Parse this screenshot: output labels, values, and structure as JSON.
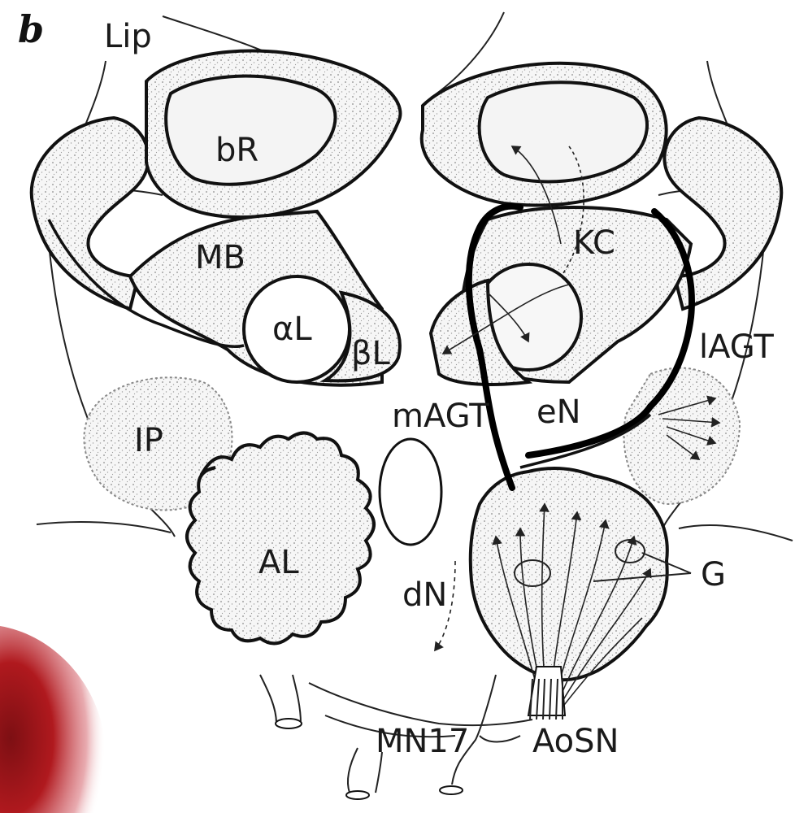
{
  "figure": {
    "panel_letter": "b",
    "labels": {
      "lip": "Lip",
      "br": "bR",
      "mb": "MB",
      "kc": "KC",
      "al_alpha": "αL",
      "al_beta": "βL",
      "lagt": "lAGT",
      "ip": "IP",
      "magt": "mAGT",
      "en": "eN",
      "al": "AL",
      "dn": "dN",
      "g": "G",
      "mn17": "MN17",
      "aosn": "AoSN"
    },
    "colors": {
      "ink": "#111111",
      "paper": "#ffffff",
      "stipple": "#9a9a9a",
      "corner_red": "#b0191e"
    }
  }
}
